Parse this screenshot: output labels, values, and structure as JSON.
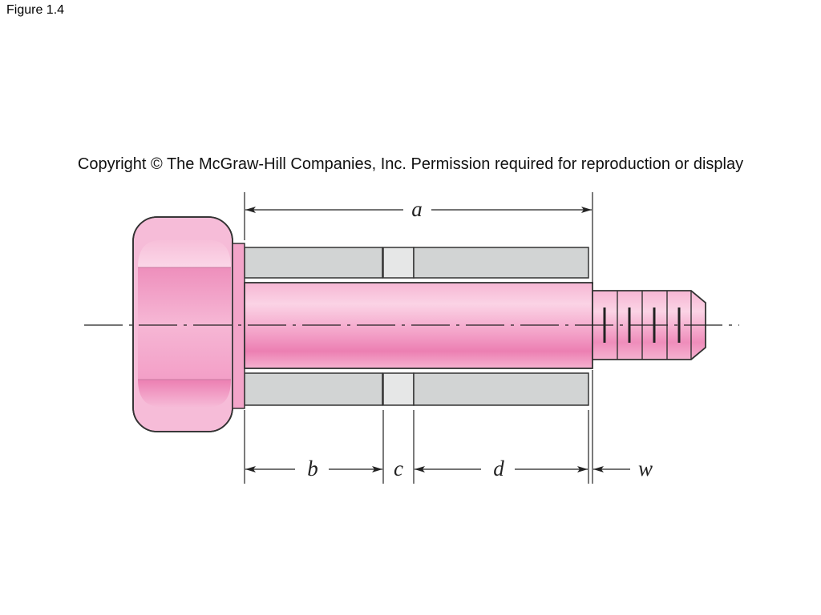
{
  "figure_label": "Figure 1.4",
  "copyright": "Copyright © The McGraw-Hill Companies, Inc. Permission required for reproduction or display",
  "dimensions": {
    "a": "a",
    "b": "b",
    "c": "c",
    "d": "d",
    "w": "w"
  },
  "colors": {
    "bolt_pink": "#f29ac4",
    "bolt_pink_light": "#fbd3e5",
    "bolt_pink_dark": "#ec7fb2",
    "plate_gray": "#d2d4d4",
    "washer_gray": "#e6e7e7",
    "outline": "#333333"
  }
}
